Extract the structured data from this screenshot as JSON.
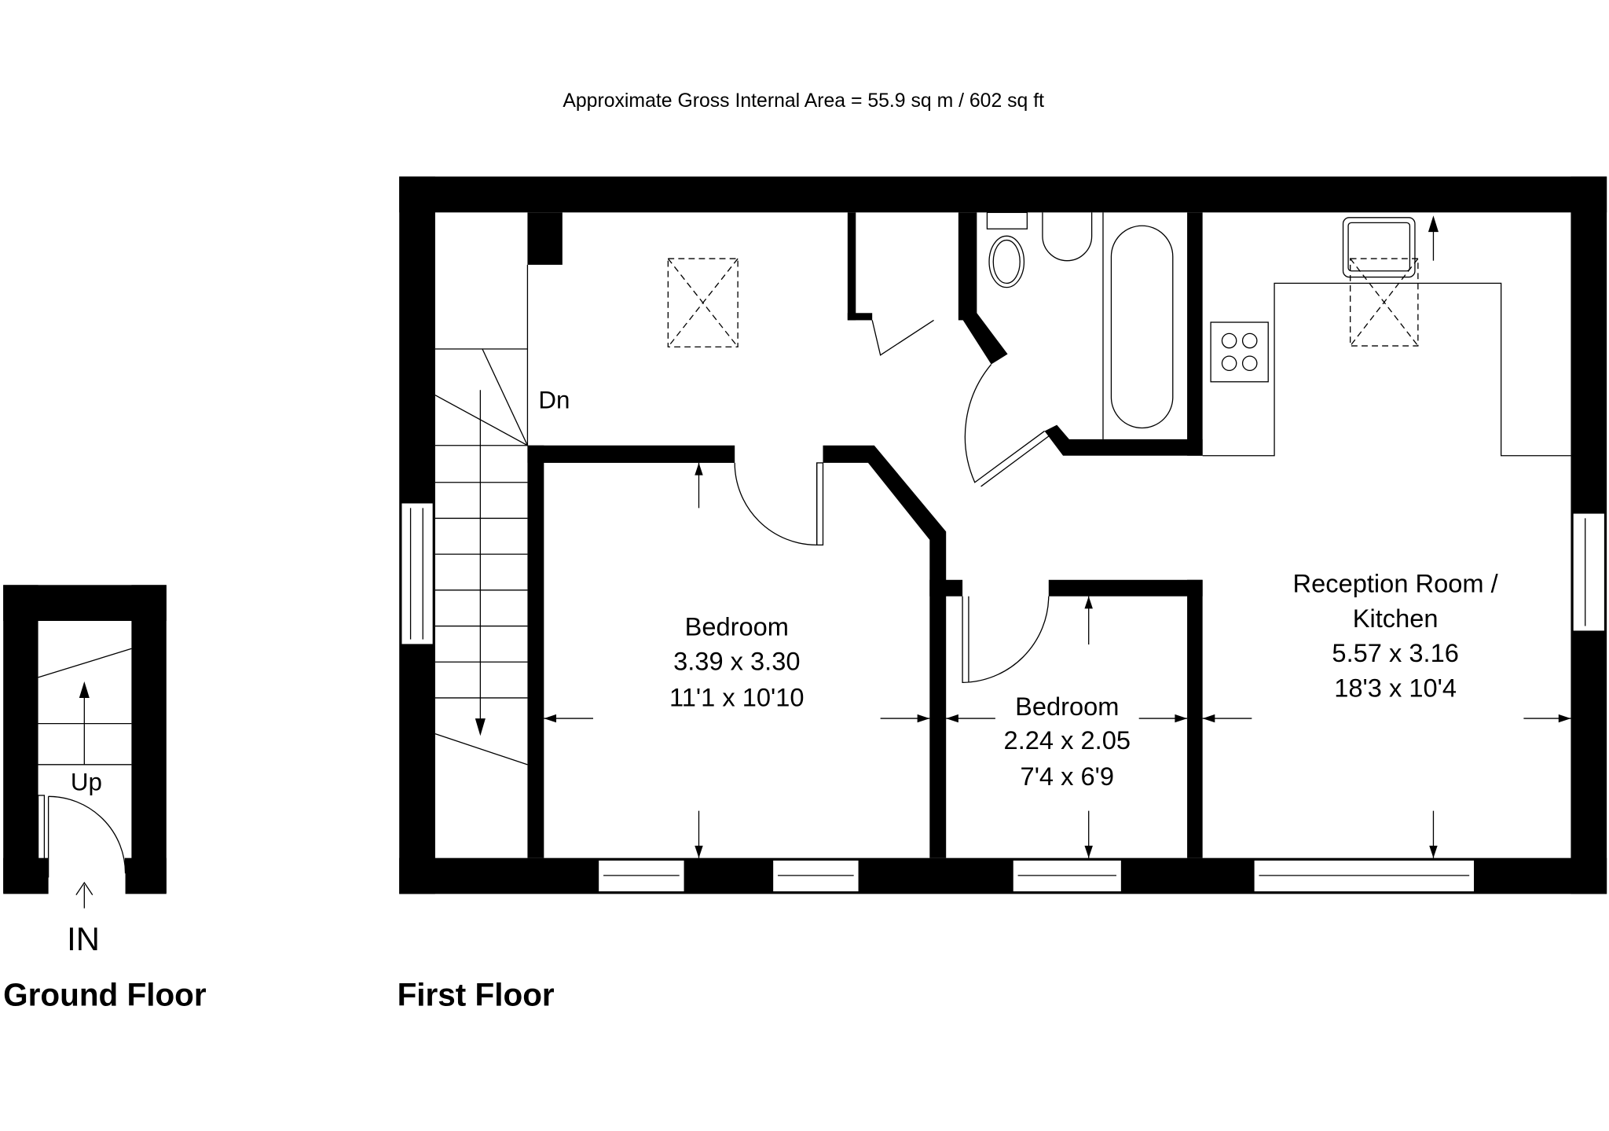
{
  "header": {
    "area": "Approximate Gross Internal Area = 55.9 sq m / 602 sq ft"
  },
  "ground_floor": {
    "title": "Ground Floor",
    "stairs_label": "Up",
    "entrance_label": "IN"
  },
  "first_floor": {
    "title": "First Floor",
    "stairs_label": "Dn",
    "rooms": [
      {
        "name": "Bedroom",
        "metric": "3.39 x 3.30",
        "imperial": "11'1 x 10'10"
      },
      {
        "name": "Bedroom",
        "metric": "2.24 x 2.05",
        "imperial": "7'4 x 6'9"
      },
      {
        "name": "Reception Room /",
        "name2": "Kitchen",
        "metric": "5.57 x 3.16",
        "imperial": "18'3 x 10'4"
      }
    ]
  }
}
